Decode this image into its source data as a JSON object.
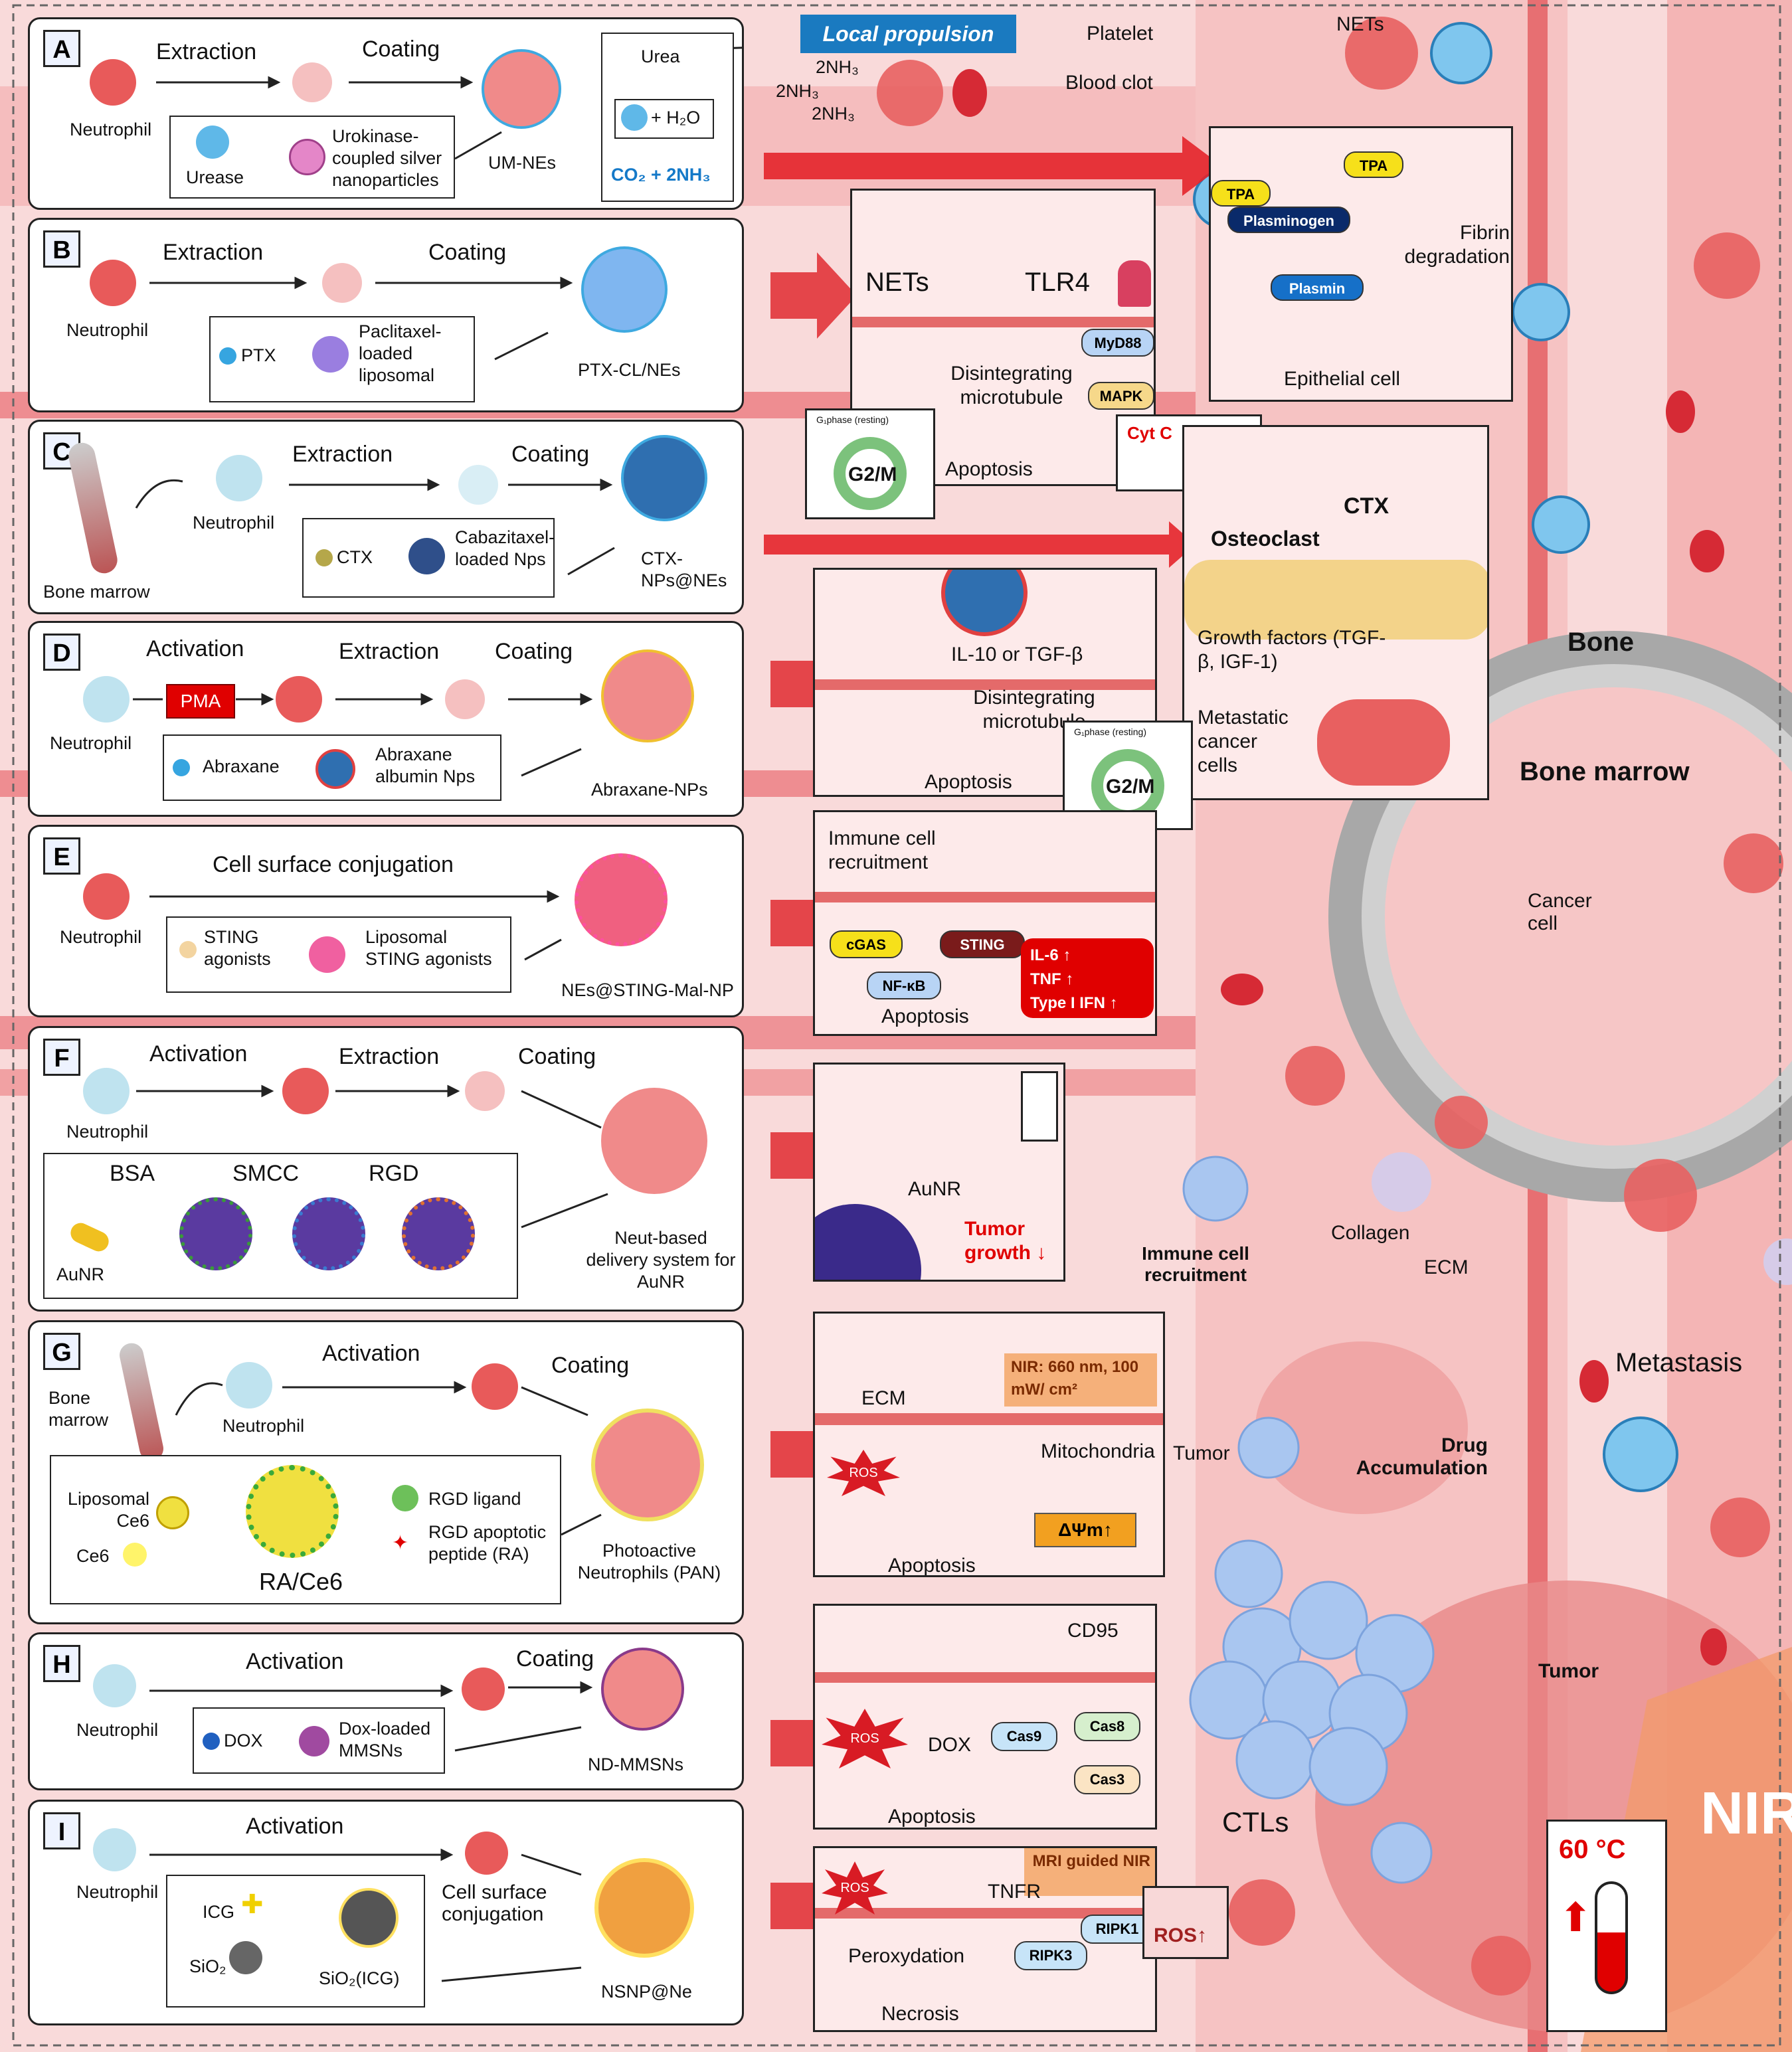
{
  "panels": [
    {
      "letter": "A",
      "cell": "Neutrophil",
      "step1": "Extraction",
      "step2": "Coating",
      "item1": "Urease",
      "item2": "Urokinase-coupled silver nanoparticles",
      "product": "UM-NEs",
      "urea": "Urea",
      "water": "+ H₂O",
      "products": "CO₂ + 2NH₃"
    },
    {
      "letter": "B",
      "cell": "Neutrophil",
      "step1": "Extraction",
      "step2": "Coating",
      "item1": "PTX",
      "item2": "Paclitaxel-loaded liposomal",
      "product": "PTX-CL/NEs"
    },
    {
      "letter": "C",
      "cell": "Neutrophil",
      "source": "Bone marrow",
      "step1": "Extraction",
      "step2": "Coating",
      "item1": "CTX",
      "item2": "Cabazitaxel-loaded Nps",
      "product": "CTX-NPs@NEs"
    },
    {
      "letter": "D",
      "cell": "Neutrophil",
      "step0": "Activation",
      "agent": "PMA",
      "step1": "Extraction",
      "step2": "Coating",
      "item1": "Abraxane",
      "item2": "Abraxane albumin Nps",
      "product": "Abraxane-NPs"
    },
    {
      "letter": "E",
      "cell": "Neutrophil",
      "step1": "Cell surface conjugation",
      "item1": "STING agonists",
      "item2": "Liposomal STING agonists",
      "product": "NEs@STING-Mal-NP"
    },
    {
      "letter": "F",
      "cell": "Neutrophil",
      "step0": "Activation",
      "step1": "Extraction",
      "step2": "Coating",
      "bsa": "BSA",
      "smcc": "SMCC",
      "rgd": "RGD",
      "aunr": "AuNR",
      "product": "Neut-based delivery system for AuNR"
    },
    {
      "letter": "G",
      "cell": "Neutrophil",
      "source": "Bone marrow",
      "step1": "Activation",
      "step2": "Coating",
      "lipo": "Liposomal Ce6",
      "ce6": "Ce6",
      "ra": "RA/Ce6",
      "ligand": "RGD ligand",
      "peptide": "RGD apoptotic peptide (RA)",
      "product": "Photoactive Neutrophils (PAN)"
    },
    {
      "letter": "H",
      "cell": "Neutrophil",
      "step1": "Activation",
      "step2": "Coating",
      "item1": "DOX",
      "item2": "Dox-loaded MMSNs",
      "product": "ND-MMSNs"
    },
    {
      "letter": "I",
      "cell": "Neutrophil",
      "step1": "Activation",
      "step2": "Cell surface conjugation",
      "icg": "ICG",
      "sio2": "SiO₂",
      "sio2icg": "SiO₂(ICG)",
      "product": "NSNP@Ne"
    }
  ],
  "mech": {
    "b": {
      "nets": "NETs",
      "tlr4": "TLR4",
      "myd88": "MyD88",
      "mapk": "MAPK",
      "tubule": "Disintegrating microtubule",
      "apoptosis": "Apoptosis",
      "g2m": "G2/M",
      "cytc": "Cyt C",
      "g1phase": "G₁phase (resting)"
    },
    "a": {
      "tpa": "TPA",
      "tpa2": "TPA",
      "plasminogen": "Plasminogen",
      "plasmin": "Plasmin",
      "fibrin": "Fibrin degradation",
      "epithelial": "Epithelial cell"
    },
    "c": {
      "ctx": "CTX",
      "osteoclast": "Osteoclast",
      "growth": "Growth factors (TGF-β, IGF-1)",
      "meta": "Metastatic cancer cells"
    },
    "d": {
      "il10": "IL-10 or TGF-β",
      "tubule": "Disintegrating microtubule",
      "apoptosis": "Apoptosis",
      "g2m": "G2/M",
      "g1phase": "G₁phase (resting)"
    },
    "e": {
      "immune": "Immune cell recruitment",
      "cgas": "cGAS",
      "sting": "STING",
      "nfkb": "NF-κB",
      "apoptosis": "Apoptosis",
      "cyto": [
        "IL-6 ↑",
        "TNF ↑",
        "Type I IFN ↑"
      ]
    },
    "f": {
      "aunr": "AuNR",
      "tumor": "Tumor growth ↓"
    },
    "g": {
      "ecm": "ECM",
      "nir": "NIR: 660 nm, 100 mW/ cm²",
      "ros": "ROS",
      "mito": "Mitochondria",
      "dpsi": "ΔΨm↑",
      "apoptosis": "Apoptosis"
    },
    "h": {
      "cd95": "CD95",
      "ros": "ROS",
      "dox": "DOX",
      "cas9": "Cas9",
      "cas8": "Cas8",
      "cas3": "Cas3",
      "apoptosis": "Apoptosis"
    },
    "i": {
      "mri": "MRI guided NIR",
      "tnfr": "TNFR",
      "ros": "ROS",
      "ros2": "ROS↑",
      "perox": "Peroxydation",
      "ripk3": "RIPK3",
      "ripk1": "RIPK1",
      "necrosis": "Necrosis"
    }
  },
  "scene": {
    "propulsion": "Local propulsion",
    "nh3": [
      "2NH₃",
      "2NH₃",
      "2NH₃"
    ],
    "platelet": "Platelet",
    "nets": "NETs",
    "clot": "Blood clot",
    "bone": "Bone",
    "marrow": "Bone marrow",
    "cancer": "Cancer cell",
    "immune": "Immune cell recruitment",
    "collagen": "Collagen",
    "ecm": "ECM",
    "tumor": "Tumor",
    "drug": "Drug Accumulation",
    "metastasis": "Metastasis",
    "tumor2": "Tumor",
    "ctls": "CTLs",
    "nir": "NIR",
    "temp": "60 °C"
  },
  "colors": {
    "vessel": "#e8666a",
    "tissue": "#f7c9c9",
    "accent_blue": "#1479c8",
    "red_box": "#e00000",
    "neutrophil": "#e85a5a"
  }
}
